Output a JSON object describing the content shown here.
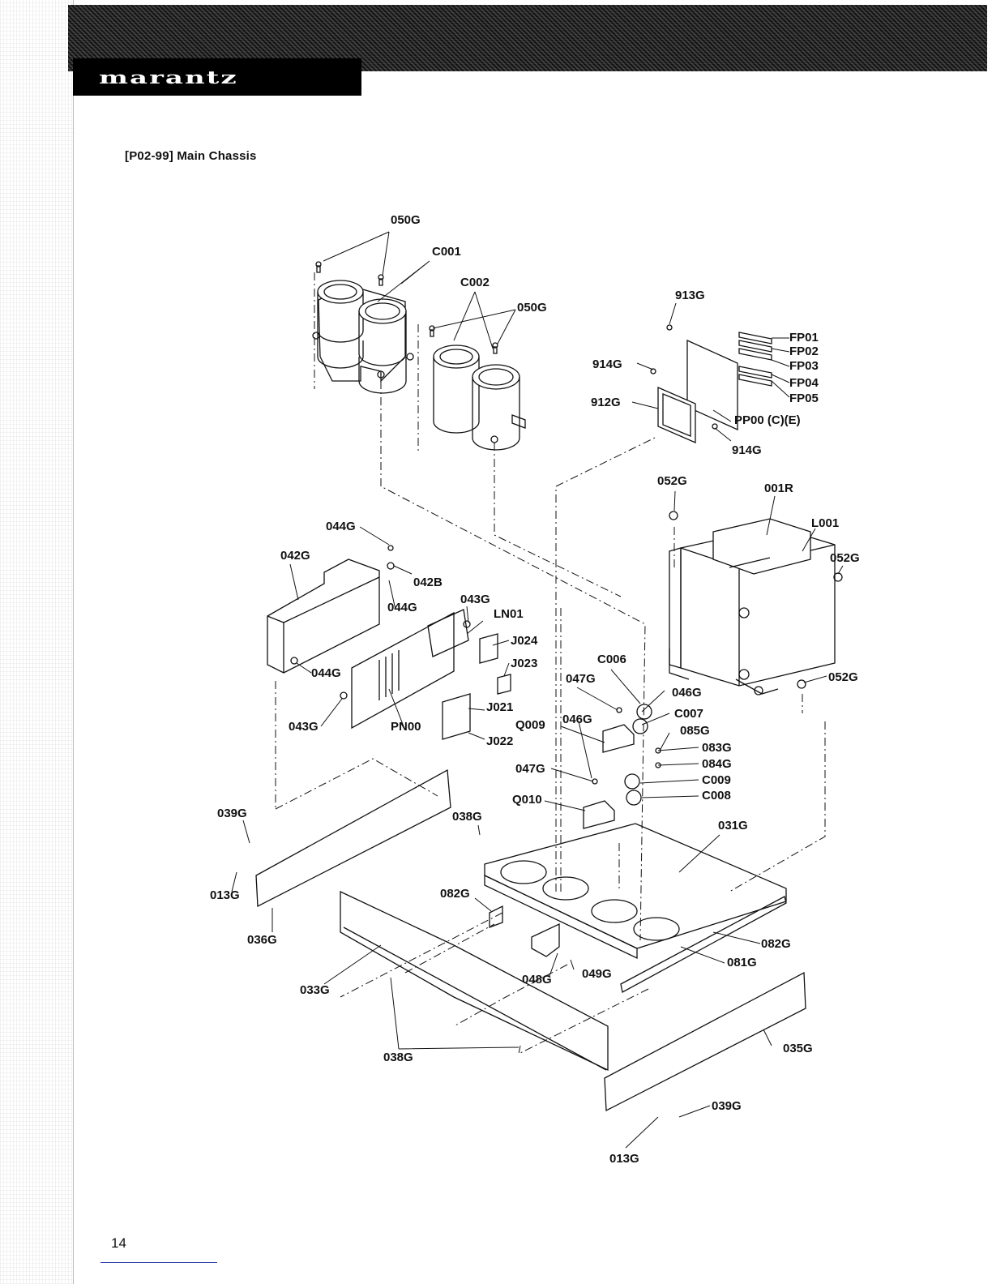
{
  "brand": "marantz",
  "page_heading": "[P02-99] Main Chassis",
  "page_number": "14",
  "labels": {
    "l050g_top": "050G",
    "c001": "C001",
    "c002": "C002",
    "l050g_mid": "050G",
    "l913g": "913G",
    "fp01": "FP01",
    "fp02": "FP02",
    "fp03": "FP03",
    "fp04": "FP04",
    "fp05": "FP05",
    "l914g_a": "914G",
    "l912g": "912G",
    "pp00": "PP00 (C)(E)",
    "l914g_b": "914G",
    "l052g_a": "052G",
    "l001r": "001R",
    "l001": "L001",
    "l052g_b": "052G",
    "l052g_c": "052G",
    "l044g_a": "044G",
    "l042g": "042G",
    "l042b": "042B",
    "l044g_b": "044G",
    "l043g_a": "043G",
    "ln01": "LN01",
    "j024": "J024",
    "j023": "J023",
    "l044g_c": "044G",
    "c006": "C006",
    "l047g_a": "047G",
    "l046g_a": "046G",
    "c007": "C007",
    "j021": "J021",
    "l043g_b": "043G",
    "pn00": "PN00",
    "q009": "Q009",
    "l046g_b": "046G",
    "l085g": "085G",
    "j022": "J022",
    "l083g": "083G",
    "l084g": "084G",
    "l047g_b": "047G",
    "c009": "C009",
    "q010": "Q010",
    "c008": "C008",
    "l039g_a": "039G",
    "l038g_a": "038G",
    "l031g": "031G",
    "l013g_a": "013G",
    "l082g_a": "082G",
    "l036g": "036G",
    "l082g_b": "082G",
    "l081g": "081G",
    "l049g": "049G",
    "l048g": "048G",
    "l033g": "033G",
    "l035g": "035G",
    "l038g_b": "038G",
    "l039g_b": "039G",
    "l013g_b": "013G"
  }
}
